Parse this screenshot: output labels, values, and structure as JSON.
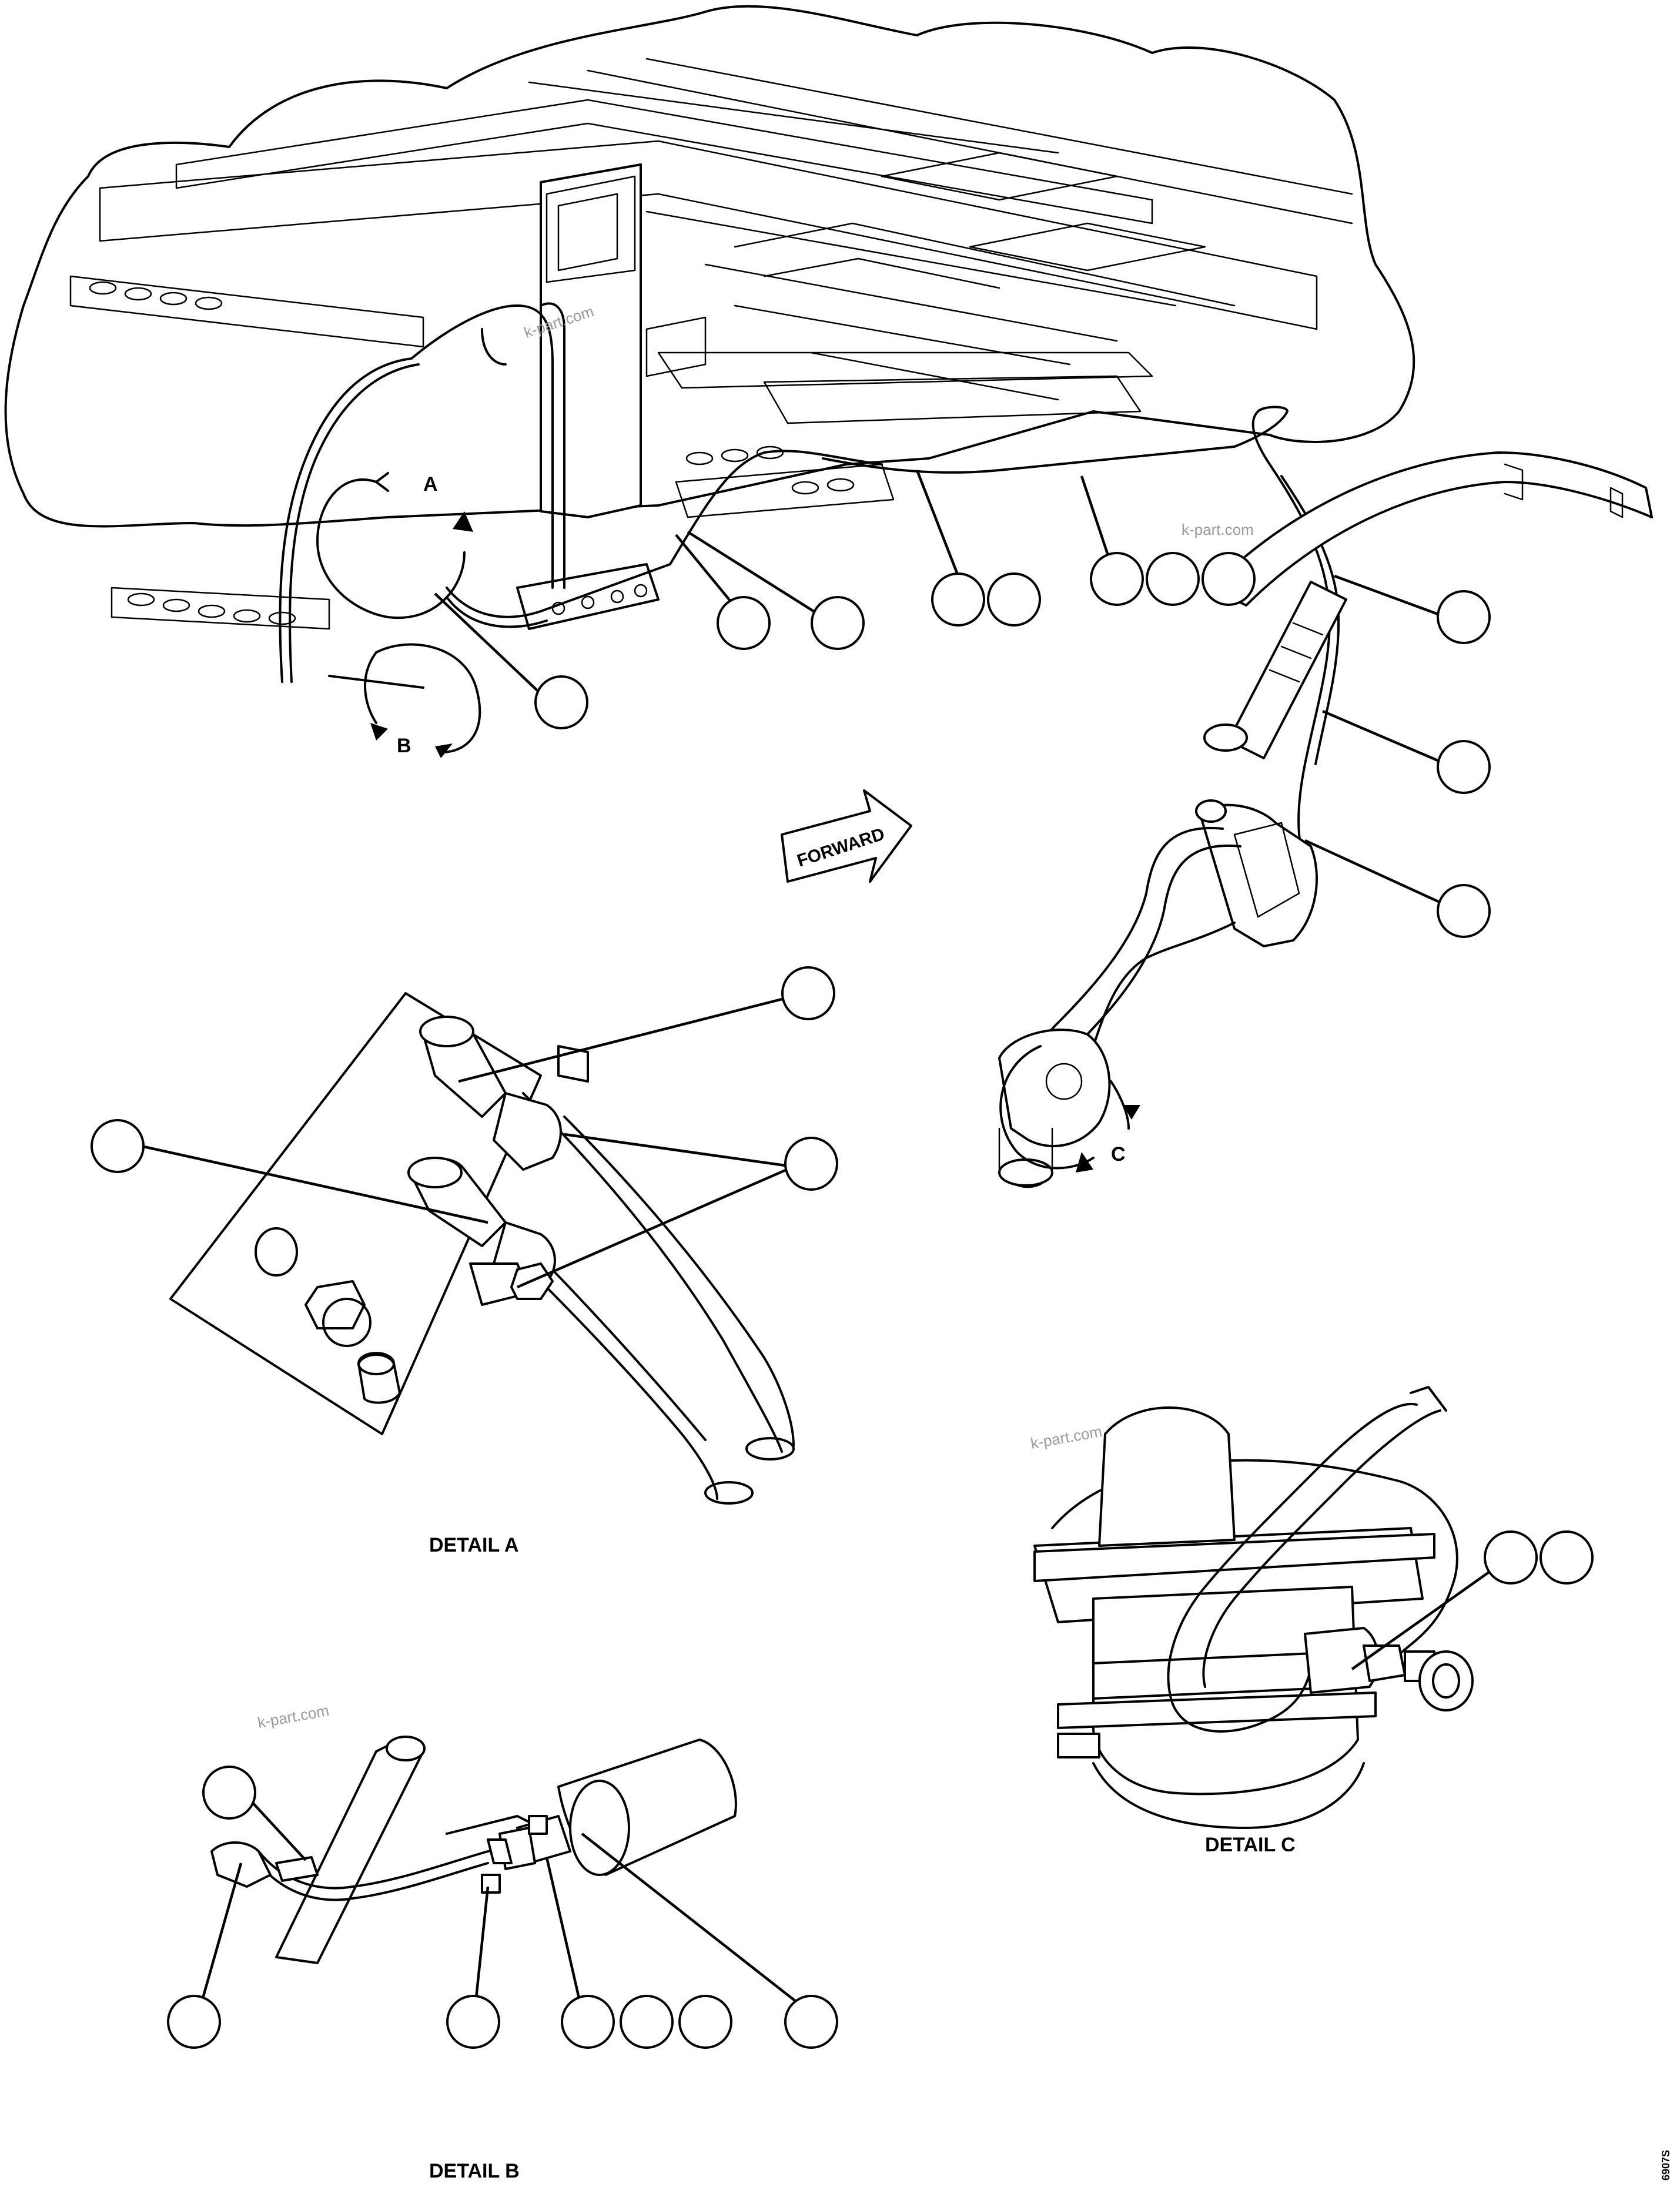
{
  "details": {
    "a": "DETAIL A",
    "b": "DETAIL B",
    "c": "DETAIL C"
  },
  "view_markers": {
    "a": "A",
    "b": "B",
    "c": "C"
  },
  "forward_label": "FORWARD",
  "watermark": "k-part.com",
  "figure_code": "6907S"
}
